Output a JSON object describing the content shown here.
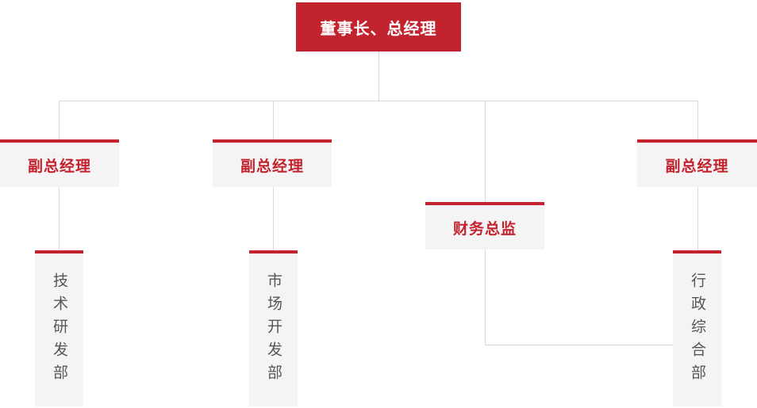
{
  "colors": {
    "accent_red": "#c2232e",
    "node_background": "#f4f4f5",
    "connector_line": "#d9d9d9",
    "department_text": "#55565a",
    "root_text": "#ffffff"
  },
  "org_chart": {
    "root": {
      "id": "chairman-gm",
      "label": "董事长、总经理"
    },
    "level2": [
      {
        "id": "deputy-gm-1",
        "label": "副总经理"
      },
      {
        "id": "deputy-gm-2",
        "label": "副总经理"
      },
      {
        "id": "finance-director",
        "label": "财务总监"
      },
      {
        "id": "deputy-gm-3",
        "label": "副总经理"
      }
    ],
    "departments": [
      {
        "id": "tech-rd-dept",
        "label": "技术研发部"
      },
      {
        "id": "market-dev-dept",
        "label": "市场开发部"
      },
      {
        "id": "admin-general-dept",
        "label": "行政综合部"
      }
    ],
    "edges": [
      {
        "from": "chairman-gm",
        "to": "deputy-gm-1"
      },
      {
        "from": "chairman-gm",
        "to": "deputy-gm-2"
      },
      {
        "from": "chairman-gm",
        "to": "finance-director"
      },
      {
        "from": "chairman-gm",
        "to": "deputy-gm-3"
      },
      {
        "from": "deputy-gm-1",
        "to": "tech-rd-dept"
      },
      {
        "from": "deputy-gm-2",
        "to": "market-dev-dept"
      },
      {
        "from": "deputy-gm-3",
        "to": "admin-general-dept"
      },
      {
        "from": "finance-director",
        "to": "admin-general-dept"
      }
    ]
  }
}
